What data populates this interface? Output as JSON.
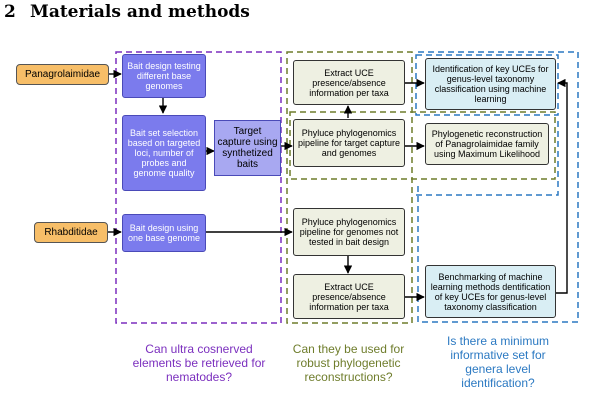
{
  "section": {
    "number": "2",
    "title": "Materials and methods"
  },
  "nodes": {
    "panagrolaimidae": "Panagrolaimidae",
    "rhabditidae": "Rhabditidae",
    "bait_design_testing": "Bait design testing different base genomes",
    "bait_set_selection": "Bait set selection based on targeted loci, number of probes and genome quality",
    "target_capture": "Target capture using synthetized baits",
    "bait_design_one_base": "Bait design using one base genome",
    "extract_uce_top": "Extract UCE presence/absence information per taxa",
    "phyluce_target": "Phyluce phylogenomics pipeline for target capture and genomes",
    "phyluce_not_tested": "Phyluce phylogenomics pipeline for genomes not tested in bait design",
    "extract_uce_bottom": "Extract UCE presence/absence information per taxa",
    "identification_key_uces": "Identification of key UCEs for genus-level taxonomy classification using machine learning",
    "phylogenetic_reconstruction": "Phylogenetic reconstruction of Panagrolaimidae family using Maximum Likelihood",
    "benchmarking_ml": "Benchmarking of machine learning methods dentification of key UCEs for genus-level taxonomy classification"
  },
  "questions": {
    "purple": "Can ultra cosnerved elements be retrieved for nematodes?",
    "green": "Can they be used for robust phylogenetic reconstructions?",
    "blue": "Is there a minimum informative set for genera level identification?"
  },
  "colors": {
    "purple": "#7b2fbe",
    "olive": "#6f7d2c",
    "blue": "#2b79c2",
    "source_fill": "#f7be68",
    "bait_fill": "#7b7bed",
    "target_fill": "#a8a8f1",
    "phyluce_fill": "#eef0e2",
    "ml_fill": "#d9eef4"
  }
}
